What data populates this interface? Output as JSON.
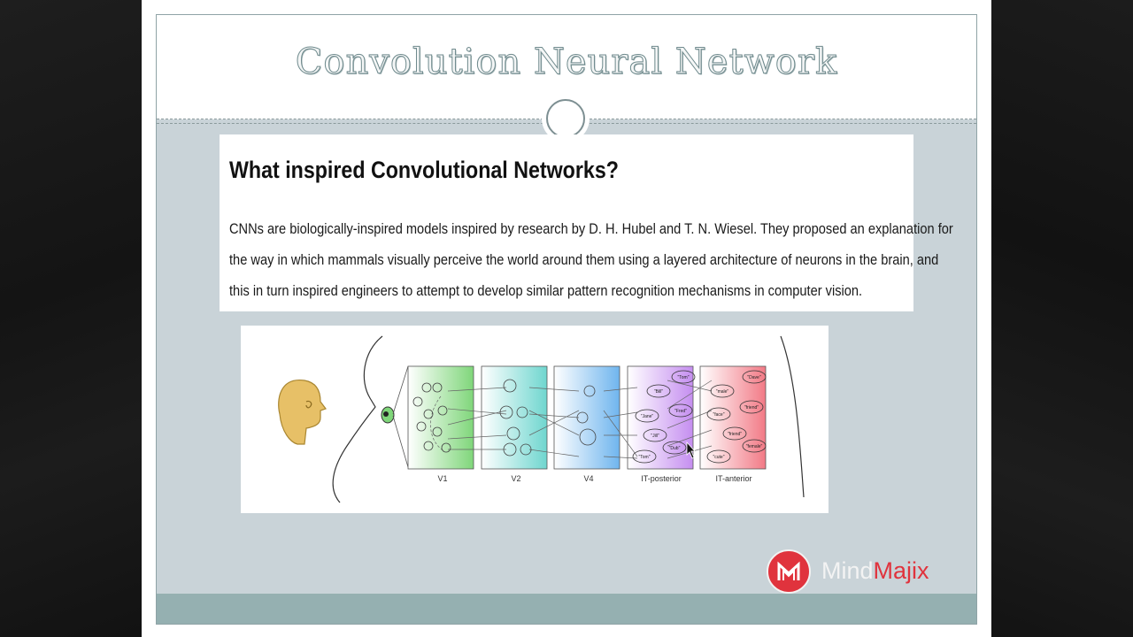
{
  "slide": {
    "title": "Convolution Neural Network",
    "heading": "What inspired Convolutional Networks?",
    "body_lines": [
      "CNNs are biologically-inspired models inspired by research by D. H. Hubel and T. N. Wiesel. They proposed an explanation for",
      "the way in which mammals visually perceive the world around them using a layered architecture of neurons in the brain, and",
      "this in turn inspired engineers to attempt to develop similar pattern recognition mechanisms in computer vision."
    ]
  },
  "figure": {
    "stages": [
      "V1",
      "V2",
      "V4",
      "IT-posterior",
      "IT-anterior"
    ],
    "stage_colors": [
      "#7fd67a",
      "#6fd6cf",
      "#6fb5ee",
      "#c58ef0",
      "#f27a86"
    ],
    "posterior_labels": [
      "\"Tom\"",
      "\"Bill\"",
      "\"Fred\"",
      "\"Jane\"",
      "\"Jill\"",
      "\"Dub\"",
      "\"Tom\""
    ],
    "anterior_labels": [
      "\"Dave\"",
      "\"male\"",
      "\"friend\"",
      "\"face\"",
      "\"friend\"",
      "\"female\"",
      "\"cute\""
    ]
  },
  "brand": {
    "name_part1": "Mind",
    "name_part2": "Majix",
    "color": "#e0333d"
  },
  "theme": {
    "title_outline": "#6f8a8d",
    "slide_bg": "#c9d3d8",
    "footer_bar": "#95b0b1"
  }
}
